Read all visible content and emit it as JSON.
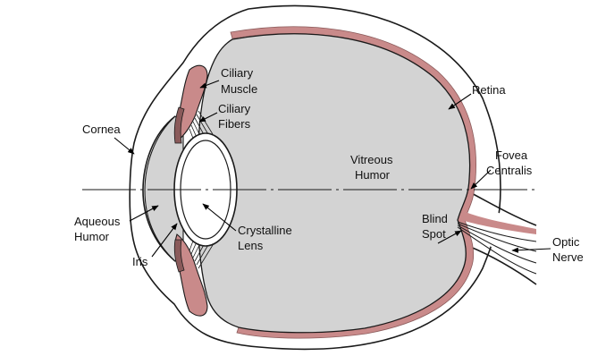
{
  "labels": {
    "ciliary_muscle": [
      "Ciliary",
      "Muscle"
    ],
    "ciliary_fibers": [
      "Ciliary",
      "Fibers"
    ],
    "retina": "Retina",
    "cornea": "Cornea",
    "vitreous_humor": [
      "Vitreous",
      "Humor"
    ],
    "fovea_centralis": [
      "Fovea",
      "Centralis"
    ],
    "aqueous_humor": [
      "Aqueous",
      "Humor"
    ],
    "crystalline_lens": [
      "Crystalline",
      "Lens"
    ],
    "blind_spot": [
      "Blind",
      "Spot"
    ],
    "iris": "Iris",
    "optic_nerve": [
      "Optic",
      "Nerve"
    ]
  },
  "colors": {
    "vitreous_fill": "#d3d3d3",
    "tissue_fill": "#c98a8a",
    "outline": "#1a1a1a",
    "background": "#ffffff"
  }
}
